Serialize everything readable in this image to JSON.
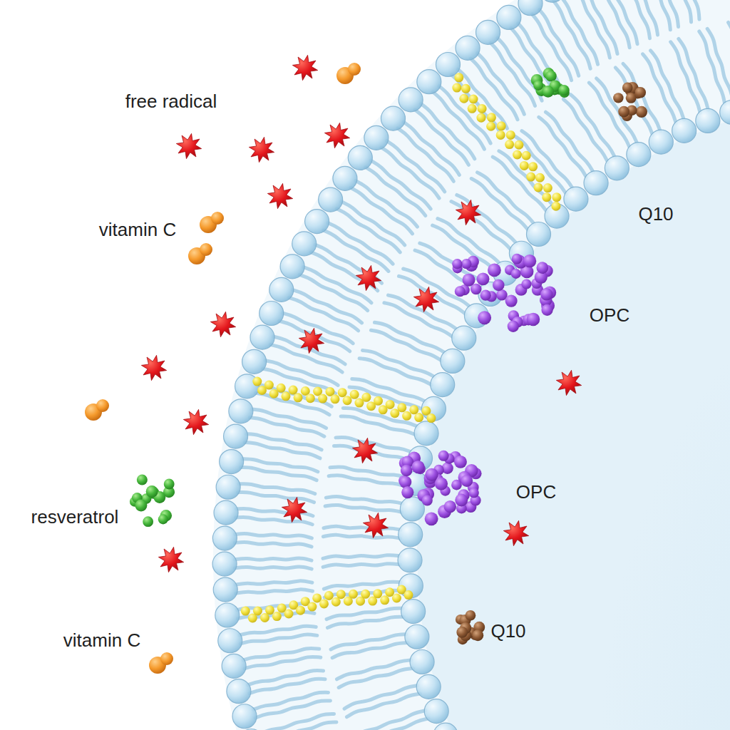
{
  "diagram": {
    "labels": [
      "free radical",
      "Q10",
      "vitamin C",
      "OPC",
      "OPC",
      "resveratrol",
      "Q10",
      "vitamin C"
    ]
  }
}
